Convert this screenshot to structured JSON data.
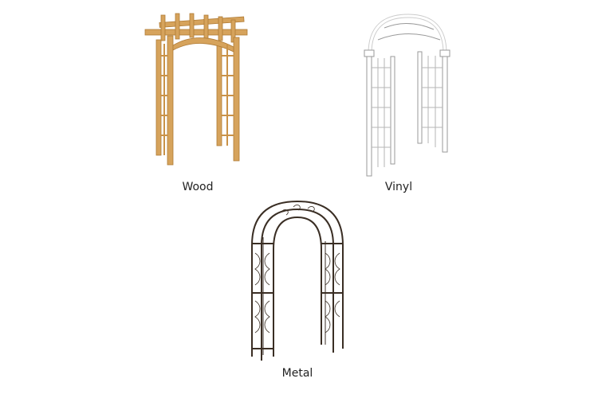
{
  "items": [
    {
      "label": "Wood",
      "color": "#d4a25a"
    },
    {
      "label": "Vinyl",
      "color": "#ffffff"
    },
    {
      "label": "Metal",
      "color": "#3a2e24"
    }
  ]
}
